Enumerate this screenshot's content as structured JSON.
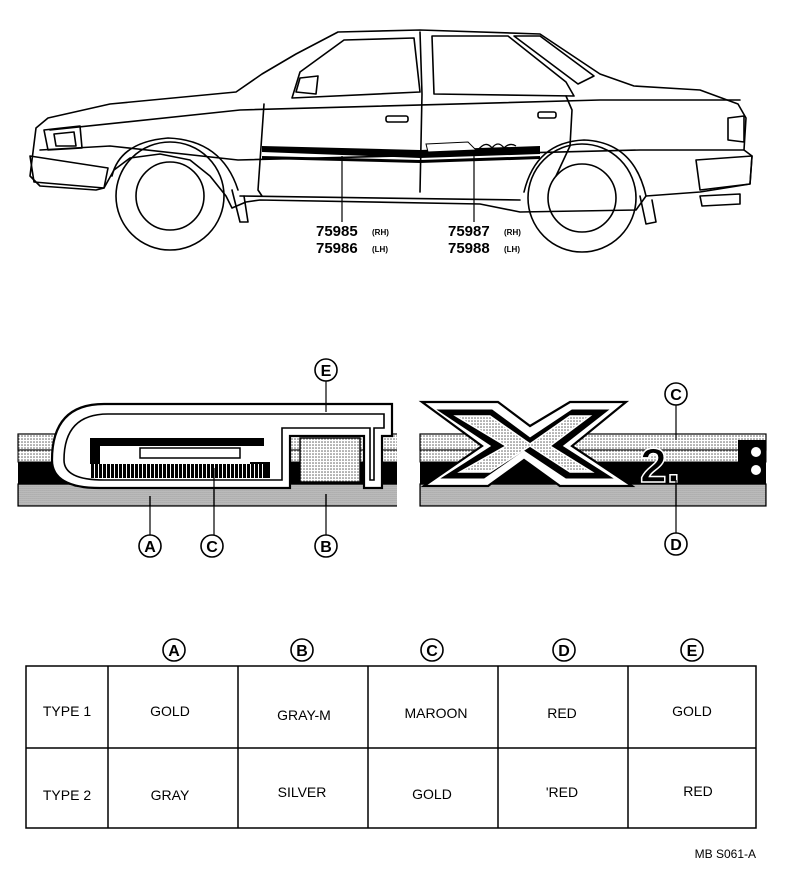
{
  "parts": [
    {
      "rh": "75985",
      "rh_side": "(RH)",
      "lh": "75986",
      "lh_side": "(LH)"
    },
    {
      "rh": "75987",
      "rh_side": "(RH)",
      "lh": "75988",
      "lh_side": "(LH)"
    }
  ],
  "emblem": {
    "callouts": {
      "a": "A",
      "b": "B",
      "c_left": "C",
      "c_right": "C",
      "d": "D",
      "e": "E"
    }
  },
  "table": {
    "columns": [
      "A",
      "B",
      "C",
      "D",
      "E"
    ],
    "rows": [
      {
        "label": "TYPE 1",
        "cells": [
          "GOLD",
          "GRAY-M",
          "MAROON",
          "RED",
          "GOLD"
        ]
      },
      {
        "label": "TYPE 2",
        "cells": [
          "GRAY",
          "SILVER",
          "GOLD",
          "'RED",
          "RED"
        ]
      }
    ]
  },
  "footer": {
    "code": "MB S061-A"
  },
  "colors": {
    "ink": "#000000",
    "paper": "#ffffff",
    "stipple": "#9a9a9a"
  }
}
